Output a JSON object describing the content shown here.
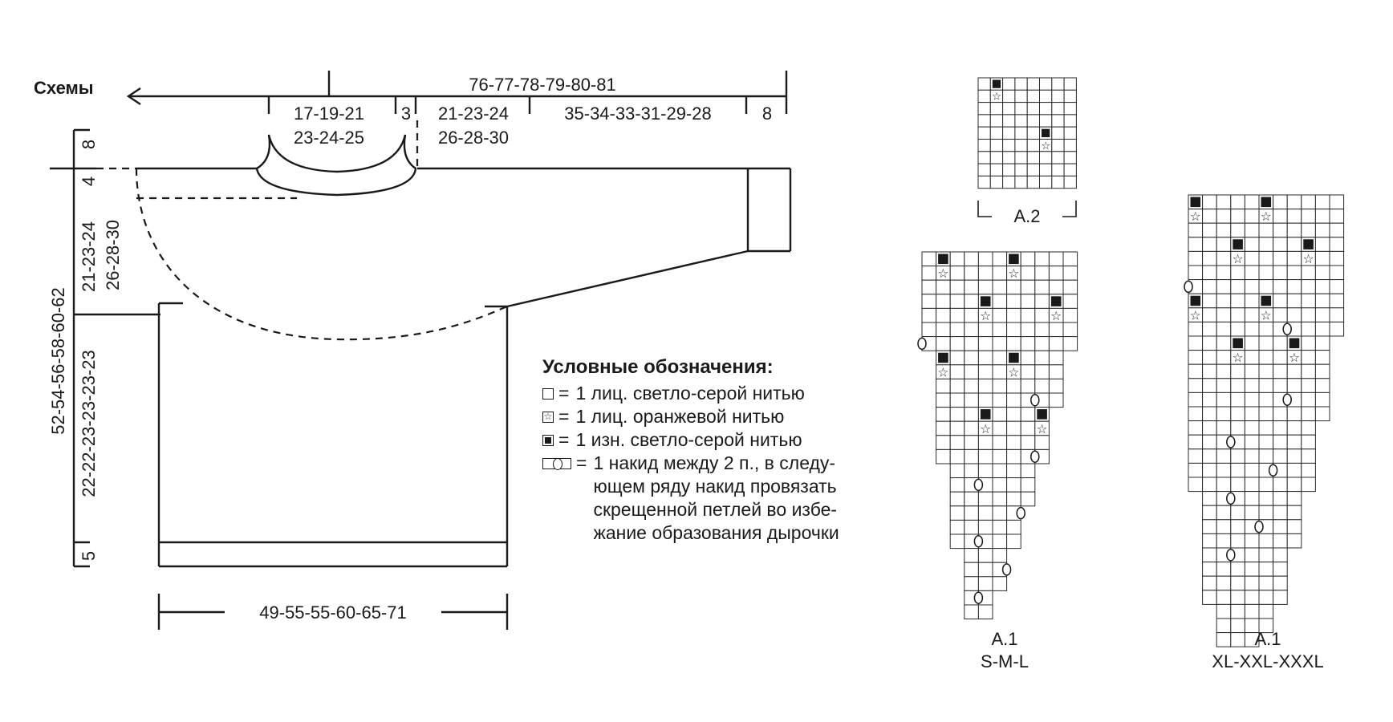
{
  "diagram": {
    "title": "Схемы",
    "measurements": {
      "total_width": "76-77-78-79-80-81",
      "neck_width_line1": "17-19-21",
      "neck_width_line2": "23-24-25",
      "neck_gap": "3",
      "shoulder_line1": "21-23-24",
      "shoulder_line2": "26-28-30",
      "sleeve_length": "35-34-33-31-29-28",
      "cuff": "8",
      "top_height": "8",
      "neck_depth": "4",
      "yoke_line1": "21-23-24",
      "yoke_line2": "26-28-30",
      "total_height": "52-54-56-58-60-62",
      "body_height": "22-22-23-23-23-23",
      "rib_height": "5",
      "body_width": "49-55-55-60-65-71"
    }
  },
  "legend": {
    "title": "Условные обозначения:",
    "items": [
      {
        "symbol": "empty-square",
        "eq": "=",
        "text": "1 лиц. светло-серой нитью"
      },
      {
        "symbol": "star-square",
        "eq": "=",
        "text": "1 лиц. оранжевой нитью"
      },
      {
        "symbol": "dark-square",
        "eq": "=",
        "text": "1 изн. светло-серой нитью"
      },
      {
        "symbol": "yarn-over",
        "eq": "=",
        "text": "1 накид между 2 п., в следу-\nющем ряду накид провязать\nскрещенной петлей во избе-\nжание образования дырочки"
      }
    ]
  },
  "charts": {
    "a2_label": "A.2",
    "a1_small_label": "A.1",
    "a1_small_sizes": "S-M-L",
    "a1_large_label": "A.1",
    "a1_large_sizes": "XL-XXL-XXXL"
  },
  "colors": {
    "ink": "#1a1a1a",
    "background": "#ffffff"
  }
}
